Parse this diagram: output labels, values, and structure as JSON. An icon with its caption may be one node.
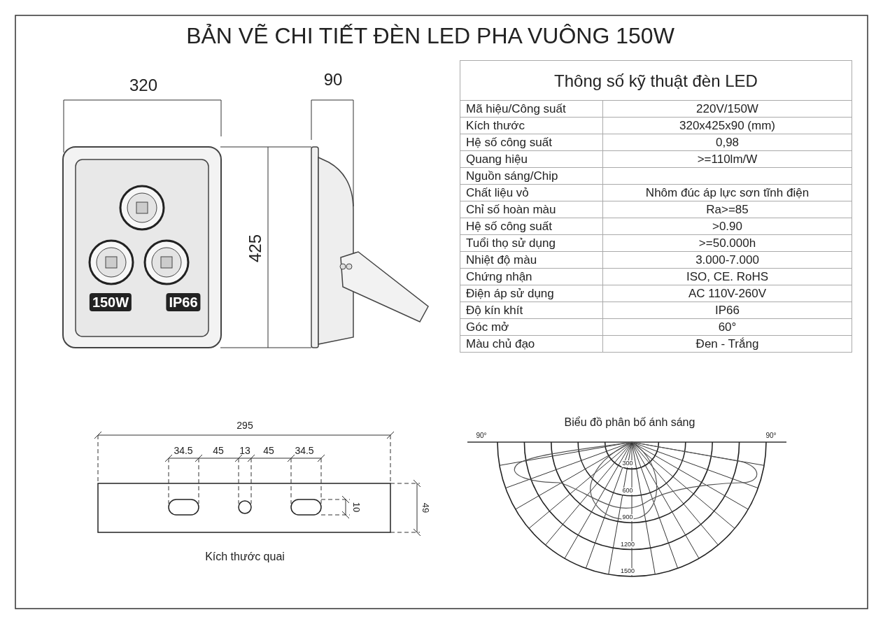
{
  "diagram": {
    "title": "BẢN VẼ CHI TIẾT ĐÈN LED PHA VUÔNG 150W",
    "labels": [
      "320",
      "90",
      "150W",
      "IP66",
      "425",
      "Thông số kỹ thuật đèn LED",
      "Mã hiệu/Công suất",
      "220V/150W",
      "Kích thước",
      "320x425x90 (mm)",
      "Hệ số công suất",
      "0,98",
      "Quang hiệu",
      ">=110lm/W",
      "Nguồn sáng/Chip",
      "Chất liệu vỏ",
      "Nhôm đúc áp lực sơn tĩnh điện",
      "Chỉ số hoàn màu",
      "Ra>=85",
      "Hệ số công suất",
      ">0.90",
      "Tuổi thọ sử dụng",
      ">=50.000h",
      "Nhiệt độ màu",
      "3.000-7.000",
      "Chứng nhận",
      "ISO, CE. RoHS",
      "Điện áp sử dụng",
      "AC 110V-260V",
      "Độ kín khít",
      "IP66",
      "Góc mở",
      "60°",
      "Màu chủ đạo",
      "Đen - Trắng",
      "295",
      "34.5",
      "45",
      "13",
      "45",
      "34.5",
      "10",
      "49",
      "Kích thước quai",
      "Biểu đồ phân bố ánh sáng",
      "90°",
      "90°",
      "300",
      "600",
      "900",
      "1200",
      "1500"
    ]
  }
}
